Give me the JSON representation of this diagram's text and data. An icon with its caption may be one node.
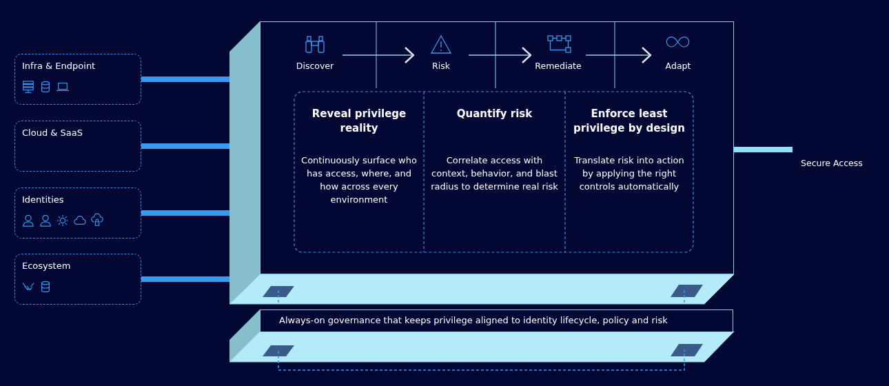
{
  "diagram": {
    "nodes": [
      {
        "text": [
          "Infra & Endpoint"
        ]
      },
      {
        "text": [
          "Cloud & SaaS"
        ]
      },
      {
        "text": [
          "Identities"
        ]
      },
      {
        "text": [
          "Ecosystem"
        ]
      },
      {
        "text": [],
        "shape": "box"
      },
      {
        "text": [
          "Discover"
        ],
        "in": 4
      },
      {
        "text": [
          "Risk"
        ],
        "in": 4
      },
      {
        "text": [
          "Remediate"
        ],
        "in": 4
      },
      {
        "text": [
          "Adapt"
        ],
        "in": 4
      },
      {
        "text": [
          "Reveal privilege reality",
          "Continuously surface who has access, where, and how across every environment"
        ],
        "in": 4
      },
      {
        "text": [
          "Quantify risk",
          "Correlate access with context, behavior, and blast radius to determine real risk"
        ],
        "in": 4
      },
      {
        "text": [
          "Enforce least privilege by design",
          "Translate risk into action by applying the right controls automatically"
        ],
        "in": 4
      },
      {
        "text": [
          "Always-on governance that keeps privilege aligned to identity lifecycle, policy and risk"
        ]
      },
      {
        "text": [
          "Secure Access"
        ]
      }
    ],
    "edges": [
      {
        "from": 0,
        "to": 4,
        "arrow": "none"
      },
      {
        "from": 1,
        "to": 4,
        "arrow": "none"
      },
      {
        "from": 2,
        "to": 4,
        "arrow": "none"
      },
      {
        "from": 3,
        "to": 4,
        "arrow": "none"
      },
      {
        "from": 5,
        "to": 6,
        "arrow": "to"
      },
      {
        "from": 6,
        "to": 7,
        "arrow": "to"
      },
      {
        "from": 7,
        "to": 8,
        "arrow": "to"
      },
      {
        "from": 4,
        "to": 13,
        "arrow": "none"
      }
    ]
  }
}
